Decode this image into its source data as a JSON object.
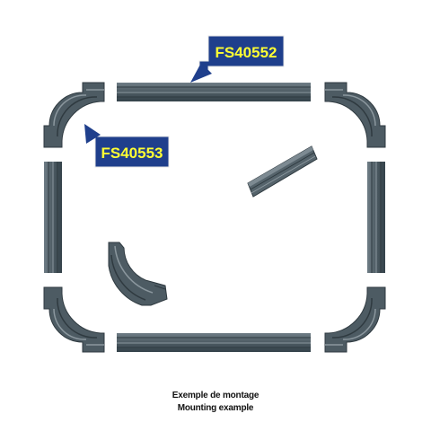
{
  "labels": {
    "straight_molding_code": "FS40552",
    "corner_molding_code": "FS40553"
  },
  "caption": {
    "line1": "Exemple de montage",
    "line2": "Mounting example"
  },
  "colors": {
    "molding": "#4d5b63",
    "molding_light": "#6f7d86",
    "molding_dark": "#2f3a40",
    "tag_fill": "#1f3f8c",
    "tag_text": "#ffff33",
    "background": "#ffffff"
  }
}
